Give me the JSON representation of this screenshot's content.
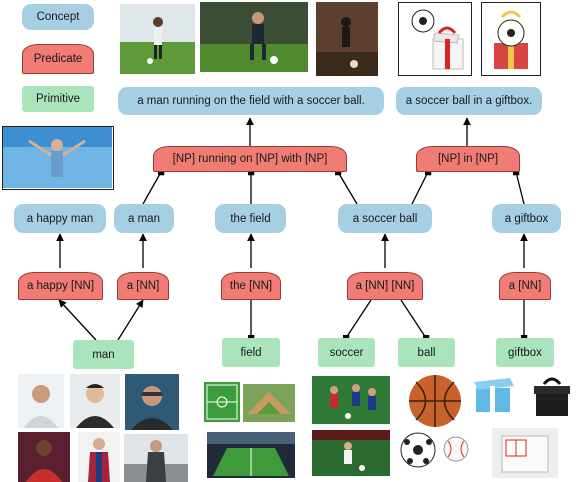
{
  "legend": {
    "concept": "Concept",
    "predicate": "Predicate",
    "primitive": "Primitive"
  },
  "concepts": {
    "soccer_sentence": "a man running on the field with a soccer ball.",
    "giftbox_sentence": "a soccer ball in a giftbox.",
    "happy_man": "a happy man",
    "a_man": "a man",
    "the_field": "the field",
    "a_soccer_ball": "a soccer ball",
    "a_giftbox": "a giftbox"
  },
  "predicates": {
    "running": "[NP] running on [NP] with [NP]",
    "in": "[NP] in [NP]",
    "a_happy": "a happy [NN]",
    "a_nn_man": "a [NN]",
    "the_nn": "the [NN]",
    "a_nn_nn": "a [NN] [NN]",
    "a_nn_giftbox": "a [NN]"
  },
  "primitives": {
    "man": "man",
    "field": "field",
    "soccer": "soccer",
    "ball": "ball",
    "giftbox": "giftbox"
  },
  "colors": {
    "concept": "#a7cfe4",
    "predicate": "#f07c75",
    "primitive": "#a9e4bd",
    "edge": "#000000"
  }
}
